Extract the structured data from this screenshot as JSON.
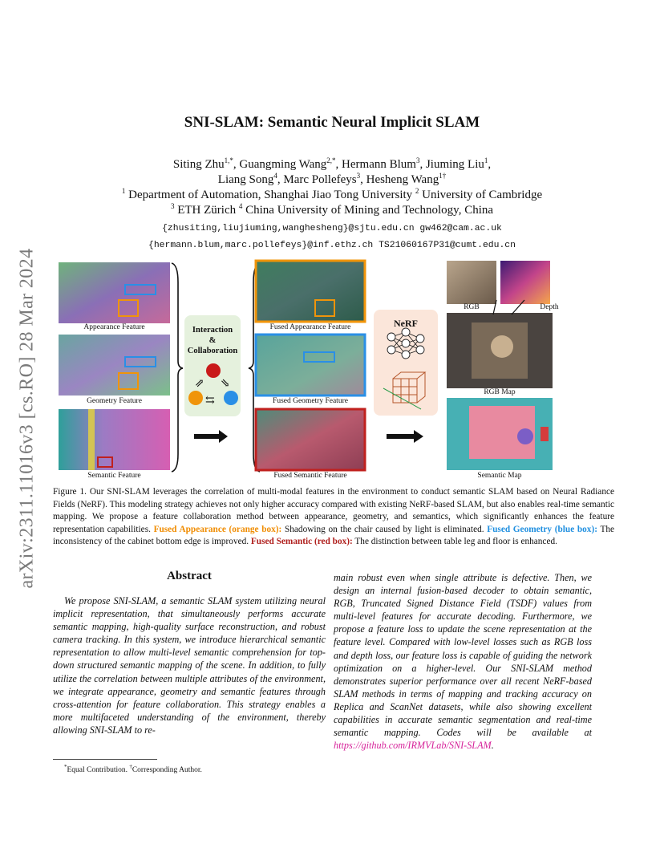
{
  "arxiv_stamp": "arXiv:2311.11016v3  [cs.RO]  28 Mar 2024",
  "title": "SNI-SLAM: Semantic Neural Implicit SLAM",
  "authors": {
    "a1": "Siting Zhu",
    "a1_sup": "1,*",
    "a2": "Guangming Wang",
    "a2_sup": "2,*",
    "a3": "Hermann Blum",
    "a3_sup": "3",
    "a4": "Jiuming Liu",
    "a4_sup": "1",
    "a5": "Liang Song",
    "a5_sup": "4",
    "a6": "Marc Pollefeys",
    "a6_sup": "3",
    "a7": "Hesheng Wang",
    "a7_sup": "1†"
  },
  "affiliations": {
    "aff1_num": "1",
    "aff1": "Department of Automation, Shanghai Jiao Tong University",
    "aff2_num": "2",
    "aff2": "University of Cambridge",
    "aff3_num": "3",
    "aff3": "ETH Zürich",
    "aff4_num": "4",
    "aff4": "China University of Mining and Technology, China"
  },
  "emails": {
    "line1": "{zhusiting,liujiuming,wanghesheng}@sjtu.edu.cn  gw462@cam.ac.uk",
    "line2": "{hermann.blum,marc.pollefeys}@inf.ethz.ch  TS21060167P31@cumt.edu.cn"
  },
  "figure": {
    "appearance_label": "Appearance Feature",
    "geometry_label": "Geometry Feature",
    "semantic_label": "Semantic Feature",
    "interaction_line1": "Interaction",
    "interaction_line2": "&",
    "interaction_line3": "Collaboration",
    "fused_appearance_label": "Fused Appearance Feature",
    "fused_geometry_label": "Fused Geometry Feature",
    "fused_semantic_label": "Fused Semantic Feature",
    "nerf_label": "NeRF",
    "rgb_label": "RGB",
    "depth_label": "Depth",
    "rgb_map_label": "RGB Map",
    "semantic_map_label": "Semantic Map",
    "colors": {
      "orange": "#f0940a",
      "blue": "#2a8fe6",
      "red": "#c0201e"
    }
  },
  "caption": {
    "lead": "Figure 1.   Our SNI-SLAM leverages the correlation of multi-modal features in the environment to conduct semantic SLAM based on Neural Radiance Fields (NeRF). This modeling strategy achieves not only higher accuracy compared with existing NeRF-based SLAM, but also enables real-time semantic mapping. We propose a feature collaboration method between appearance, geometry, and semantics, which significantly enhances the feature representation capabilities. ",
    "fa_label": "Fused Appearance (orange box):",
    "fa_text": " Shadowing on the chair caused by light is eliminated. ",
    "fg_label": "Fused Geometry (blue box):",
    "fg_text": " The inconsistency of the cabinet bottom edge is improved. ",
    "fs_label": "Fused Semantic (red box):",
    "fs_text": " The distinction between table leg and floor is enhanced."
  },
  "abstract": {
    "heading": "Abstract",
    "col1": "We propose SNI-SLAM, a semantic SLAM system utilizing neural implicit representation, that simultaneously performs accurate semantic mapping, high-quality surface reconstruction, and robust camera tracking. In this system, we introduce hierarchical semantic representation to allow multi-level semantic comprehension for top-down structured semantic mapping of the scene. In addition, to fully utilize the correlation between multiple attributes of the environment, we integrate appearance, geometry and semantic features through cross-attention for feature collaboration. This strategy enables a more multifaceted understanding of the environment, thereby allowing SNI-SLAM to re-",
    "col2": "main robust even when single attribute is defective. Then, we design an internal fusion-based decoder to obtain semantic, RGB, Truncated Signed Distance Field (TSDF) values from multi-level features for accurate decoding. Furthermore, we propose a feature loss to update the scene representation at the feature level. Compared with low-level losses such as RGB loss and depth loss, our feature loss is capable of guiding the network optimization on a higher-level. Our SNI-SLAM method demonstrates superior performance over all recent NeRF-based SLAM methods in terms of mapping and tracking accuracy on Replica and ScanNet datasets, while also showing excellent capabilities in accurate semantic segmentation and real-time semantic mapping. Codes will be available at ",
    "link": "https://github.com/IRMVLab/SNI-SLAM",
    "end": "."
  },
  "footnote": {
    "sym1": "*",
    "text1": "Equal Contribution. ",
    "sym2": "†",
    "text2": "Corresponding Author."
  }
}
